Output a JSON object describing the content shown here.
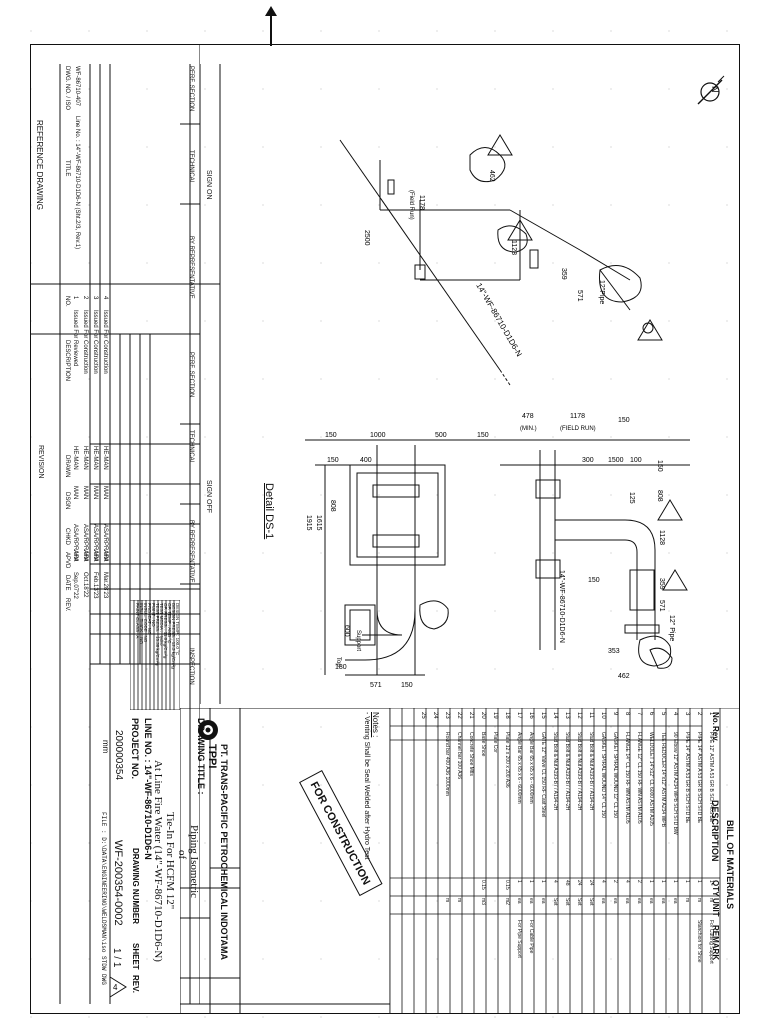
{
  "company": {
    "name": "PT. TRANS-PACIFIC PETROCHEMICAL INDOTAMA",
    "short": "TPPI"
  },
  "drawing_title": {
    "label": "DRAWING TITLE :",
    "line1": "Piping Isometric",
    "line2": "of",
    "line3": "Tie-In For HCFM 12\"",
    "line4": "At Line Fire Water (14\"-WF-86710-D1D6-N)"
  },
  "line_no": "LINE NO. : 14\"-WF-86710-D1D6-N",
  "project": {
    "label": "PROJECT NO.",
    "value": "200000354"
  },
  "drawing_number": {
    "label": "DRAWING NUMBER",
    "value": "WF-200354-0002"
  },
  "sheet": {
    "label": "SHEET",
    "value": "1 / 1"
  },
  "rev_label": "REV.",
  "rev_value": "4",
  "units": "mm",
  "file_path": "FILE : D:\\DATA\\ENGINEERING\\WELDSMAN\\iso STDW DWG",
  "stamp": "FOR CONSTRUCTION",
  "bom": {
    "title": "BILL OF MATERIALS",
    "headers": [
      "No.",
      "Rev.",
      "DESCRIPTION",
      "QTY",
      "UNIT",
      "REMARK"
    ],
    "rows": [
      {
        "no": "1",
        "rev": "",
        "desc": "PIPE 12\" ASTM A 53 GR B SCH 40S BE",
        "qty": "1",
        "unit": "m",
        "remark": "For Cutting Support"
      },
      {
        "no": "2",
        "rev": "",
        "desc": "PIPE 14\" ASTM A 53 GR B SCH STD BE",
        "qty": "1",
        "unit": "m",
        "remark": "Stanchion for Shoe"
      },
      {
        "no": "3",
        "rev": "",
        "desc": "PIPE 14\" ASTM A 53 GR B SCH STD BE",
        "qty": "1",
        "unit": "m",
        "remark": ""
      },
      {
        "no": "4",
        "rev": "",
        "desc": "90 Elbow 12\" ASTM A234 WPB SCH STD BW",
        "qty": "1",
        "unit": "ea",
        "remark": ""
      },
      {
        "no": "5",
        "rev": "",
        "desc": "TEE REDUCER 14\"x12\" ASTM A234 WPB",
        "qty": "1",
        "unit": "ea",
        "remark": ""
      },
      {
        "no": "6",
        "rev": "",
        "desc": "WELDOLET 14\"x12\" CL 6000 ASTM A105",
        "qty": "1",
        "unit": "ea",
        "remark": ""
      },
      {
        "no": "7",
        "rev": "",
        "desc": "FLANGE 12\" CL 150 RF WN ASTM A105",
        "qty": "2",
        "unit": "ea",
        "remark": ""
      },
      {
        "no": "8",
        "rev": "",
        "desc": "FLANGE 14\" CL 150 RF WN ASTM A105",
        "qty": "4",
        "unit": "ea",
        "remark": ""
      },
      {
        "no": "9",
        "rev": "",
        "desc": "GASKET SPIRAL WOUND 12\" CL 150",
        "qty": "2",
        "unit": "ea",
        "remark": ""
      },
      {
        "no": "10",
        "rev": "",
        "desc": "GASKET SPIRAL WOUND 14\" CL 150",
        "qty": "4",
        "unit": "ea",
        "remark": ""
      },
      {
        "no": "11",
        "rev": "",
        "desc": "Stud Bolt & Nut A193-B7 / A194-2H",
        "qty": "24",
        "unit": "Set",
        "remark": ""
      },
      {
        "no": "12",
        "rev": "",
        "desc": "Stud Bolt & Nut A193-B7 / A194-2H",
        "qty": "24",
        "unit": "Set",
        "remark": ""
      },
      {
        "no": "13",
        "rev": "",
        "desc": "Stud Bolt & Nut A193-B7 / A194-2H",
        "qty": "48",
        "unit": "Set",
        "remark": ""
      },
      {
        "no": "14",
        "rev": "",
        "desc": "Stud Bolt & Nut A193-B7 / A194-2H",
        "qty": "4",
        "unit": "Set",
        "remark": ""
      },
      {
        "no": "15",
        "rev": "",
        "desc": "GATE 12\" Valve CL 150 RF Cast Steel",
        "qty": "1",
        "unit": "ea",
        "remark": ""
      },
      {
        "no": "16",
        "rev": "",
        "desc": "Angle Bar 65 x 65 x 6 - 6000mm",
        "qty": "1",
        "unit": "ea",
        "remark": "For Cable Pipe"
      },
      {
        "no": "17",
        "rev": "",
        "desc": "Angle Bar 65 x 65 x 6 - 6000mm",
        "qty": "1",
        "unit": "ea",
        "remark": "For Pipe Support"
      },
      {
        "no": "18",
        "rev": "",
        "desc": "Plate 12 x 200 x 200 A36",
        "qty": "0.15",
        "unit": "m2",
        "remark": ""
      },
      {
        "no": "19",
        "rev": "",
        "desc": "Plate Cor",
        "qty": "",
        "unit": "",
        "remark": ""
      },
      {
        "no": "20",
        "rev": "",
        "desc": "Base Shoe",
        "qty": "0.15",
        "unit": "m3",
        "remark": ""
      },
      {
        "no": "21",
        "rev": "",
        "desc": "Concrete Shoe Mtls",
        "qty": "",
        "unit": "",
        "remark": ""
      },
      {
        "no": "22",
        "rev": "",
        "desc": "Channel bar 100 A36",
        "qty": "",
        "unit": "m",
        "remark": ""
      },
      {
        "no": "23",
        "rev": "",
        "desc": "Round bar 400 A36 1000mm",
        "qty": "",
        "unit": "m",
        "remark": ""
      },
      {
        "no": "24",
        "rev": "",
        "desc": "",
        "qty": "",
        "unit": "",
        "remark": ""
      },
      {
        "no": "25",
        "rev": "",
        "desc": "",
        "qty": "",
        "unit": "",
        "remark": ""
      }
    ]
  },
  "notes": {
    "title": "Notes :",
    "items": [
      "- Venting Shall be Seal Welded after Hydro Test"
    ]
  },
  "design": {
    "rows": [
      {
        "label": "DESIGN TEMP",
        "value": "100.0",
        "unit": "°C"
      },
      {
        "label": "DESIGN PRESS.",
        "value": "12.3",
        "unit": "kg/Cm²g"
      },
      {
        "label": "OP. TEMP",
        "value": "AMB",
        "unit": "°C"
      },
      {
        "label": "OP. PRESS.",
        "value": "11.0",
        "unit": "kg/Cm²g"
      },
      {
        "label": "TEST MEDIA",
        "value": "Hydro",
        "unit": ""
      },
      {
        "label": "TEST PRESS.",
        "value": "15.38",
        "unit": "kg/Cm²g"
      },
      {
        "label": "PWHT",
        "value": "NO",
        "unit": ""
      },
      {
        "label": "PREHEAT",
        "value": "NO",
        "unit": ""
      },
      {
        "label": "INSUL. CODE",
        "value": "NO",
        "unit": ""
      },
      {
        "label": "INSUL. THICK.",
        "value": "NO",
        "unit": ""
      },
      {
        "label": "PAINT CLASS",
        "value": "A",
        "unit": ""
      }
    ]
  },
  "revisions": {
    "headers": [
      "NO.",
      "DESCRIPTION",
      "DRAWN",
      "DSGN",
      "CHKD",
      "APVD",
      "DATE",
      "REV."
    ],
    "rows": [
      {
        "no": "4",
        "desc": "Issued For Construction",
        "drawn": "HE-MAN",
        "dsgn": "MAN",
        "chkd": "ASA/RPR/HM",
        "apvd": "AFA",
        "date": "Mar.28'23",
        "rev": "4"
      },
      {
        "no": "3",
        "desc": "Issued For Construction",
        "drawn": "HE-MAN",
        "dsgn": "MAN",
        "chkd": "ASA/RPR/HM",
        "apvd": "AFA",
        "date": "Feb.13'23",
        "rev": "3"
      },
      {
        "no": "2",
        "desc": "Issued For Construction",
        "drawn": "HE-MAN",
        "dsgn": "MAN",
        "chkd": "ASA/RPR/HM",
        "apvd": "AFA",
        "date": "Oct.18'22",
        "rev": "2"
      },
      {
        "no": "1",
        "desc": "Issued For Reviewed",
        "drawn": "HE-MAN",
        "dsgn": "MAN",
        "chkd": "ASA/RPR/HM",
        "apvd": "AFA",
        "date": "Sep.07'22",
        "rev": "1"
      }
    ],
    "title": "REVISION"
  },
  "sign_on": {
    "title": "SIGN ON",
    "cols": [
      "PERF. SECTION",
      "TECHNICAL",
      "BY REPRESENTATIVE"
    ]
  },
  "sign_off": {
    "title": "SIGN OFF",
    "cols": [
      "PERF. SECTION",
      "TECHNICAL",
      "BY REPRESENTATIVE",
      "INSPECTION"
    ]
  },
  "reference": {
    "title": "REFERENCE DRAWING",
    "headers": [
      "DWG. NO. / ISO",
      "TITLE"
    ],
    "row": {
      "dwg": "WF-86710-407",
      "title": "Line No. : 14\"-WF-86710-D1D6-N (Sht.2/3, Rev.1)"
    }
  },
  "detail": {
    "title": "Detail DS-1",
    "dims_top": [
      "150",
      "1000",
      "500",
      "150"
    ],
    "dims_left": [
      "400",
      "150",
      "808",
      "1615",
      "1915"
    ],
    "dims_bottom": [
      "180",
      "600",
      "571",
      "150"
    ],
    "labels": [
      "Support",
      "Top"
    ]
  },
  "elevation": {
    "dims": [
      "478",
      "(MIN.)",
      "1178",
      "(FIELD RUN)",
      "150",
      "300",
      "1500",
      "100",
      "150",
      "808",
      "125",
      "1128",
      "359",
      "571",
      "150",
      "353",
      "462"
    ],
    "pipe_label": "14\"-WF-86710-D1D6-N",
    "pipe12": "12\" Pipe"
  },
  "iso": {
    "dims": [
      "1178",
      "(Field Run)",
      "2500",
      "462",
      "1128",
      "359",
      "571"
    ],
    "pipe_label": "14\"-WF-86710-D1D6-N",
    "pipe12": "12\"Pipe"
  }
}
